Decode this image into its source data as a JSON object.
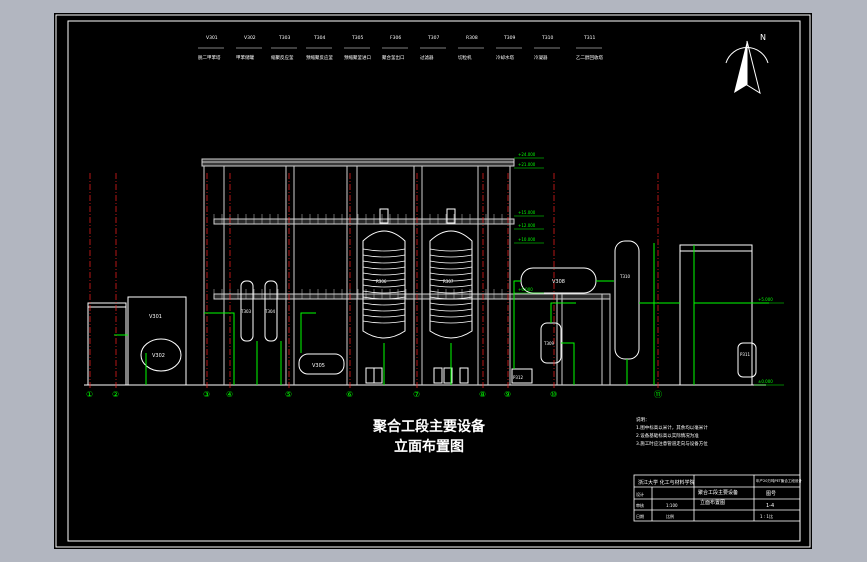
{
  "equipment_labels": [
    {
      "tag": "V301",
      "name": "脱二甲苯塔"
    },
    {
      "tag": "V302",
      "name": "甲苯储罐"
    },
    {
      "tag": "T303",
      "name": "缩聚反应釜"
    },
    {
      "tag": "T304",
      "name": "预缩聚反应釜"
    },
    {
      "tag": "T305",
      "name": "预缩聚釜进口"
    },
    {
      "tag": "F306",
      "name": "聚合釜出口"
    },
    {
      "tag": "T307",
      "name": "过滤器"
    },
    {
      "tag": "R308",
      "name": "切粒机"
    },
    {
      "tag": "T309",
      "name": "冷却水塔"
    },
    {
      "tag": "T310",
      "name": "冷凝器"
    },
    {
      "tag": "T311",
      "name": "乙二醇回收塔"
    }
  ],
  "equipment_tags": {
    "tank_left": "V301",
    "drum_left": "V302",
    "column_a": "T303",
    "column_b": "T304",
    "drum_mid": "V305",
    "reactor_a": "R306",
    "reactor_b": "R307",
    "drum_right": "V308",
    "vessel_right": "T309",
    "column_right": "T310",
    "pump_right": "P311",
    "pump_mid": "P312"
  },
  "elevations": [
    "+24.000",
    "+21.000",
    "+15.000",
    "+12.000",
    "+10.000",
    "+6.000",
    "+5.000",
    "±0.000"
  ],
  "grid_axes": [
    "①",
    "②",
    "③",
    "④",
    "⑤",
    "⑥",
    "⑦",
    "⑧",
    "⑨",
    "⑩",
    "⑪"
  ],
  "drawing_title": {
    "line1": "聚合工段主要设备",
    "line2": "立面布置图"
  },
  "north_label": "N",
  "notes": [
    "说明：",
    "1.图中标高以米计，其余均以毫米计",
    "2.设备基础标高以实际情况为准",
    "3.施工时应注意管道走向与设备方位"
  ],
  "title_block": {
    "school": "浙江大学 化工与材料学院",
    "drawing_name_1": "聚合工段主要设备",
    "drawing_name_2": "立面布置图",
    "project": "年产20万吨PET聚合工段设计",
    "code": "图号",
    "sheet": "1-4",
    "row1": "设计",
    "row2": "审核",
    "row3": "日期",
    "row4": "比例",
    "scale": "1:100",
    "ratio": "1 : 1比"
  },
  "colors": {
    "frame": "#ffffff",
    "structure": "#d9d9d9",
    "equipment": "#ffffff",
    "pipe": "#00ff00",
    "axis": "#ff2020",
    "dim": "#00ff00"
  }
}
